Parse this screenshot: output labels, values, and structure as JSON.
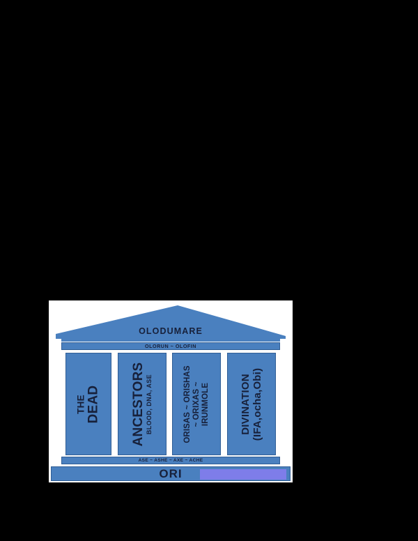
{
  "page": {
    "background_color": "#000000",
    "canvas_color": "#ffffff"
  },
  "colors": {
    "temple_blue": "#4a80bf",
    "temple_stroke": "#2f5d95",
    "text_navy": "#17203a",
    "selection_highlight": "#8a7cf2"
  },
  "diagram": {
    "type": "temple-pillars",
    "pediment": {
      "label": "OLODUMARE"
    },
    "cornice": {
      "label": ""
    },
    "architrave": {
      "label": "OLORUN ~ OLOFIN"
    },
    "columns": [
      {
        "id": "the-dead",
        "lines": [
          {
            "text": "THE",
            "size": "medium"
          },
          {
            "text": "DEAD",
            "size": "large"
          }
        ]
      },
      {
        "id": "ancestors",
        "lines": [
          {
            "text": "ANCESTORS",
            "size": "large"
          },
          {
            "text": "BLOOD, DNA, ASE",
            "size": "small"
          }
        ]
      },
      {
        "id": "orishas",
        "lines": [
          {
            "text": "ORISAS ~ ORISHAS",
            "size": "mid"
          },
          {
            "text": "~ ORIXAS ~",
            "size": "mid"
          },
          {
            "text": "IRUNMOLE",
            "size": "mid"
          }
        ]
      },
      {
        "id": "divination",
        "lines": [
          {
            "text": "DIVINATION",
            "size": "divination"
          },
          {
            "text": "(IFA,ocha,Obi)",
            "size": "divination"
          }
        ]
      }
    ],
    "stylobate": {
      "label": "ASE ~ ASHE ~ AXE ~ ACHE"
    },
    "base": {
      "label": "ORI"
    }
  }
}
